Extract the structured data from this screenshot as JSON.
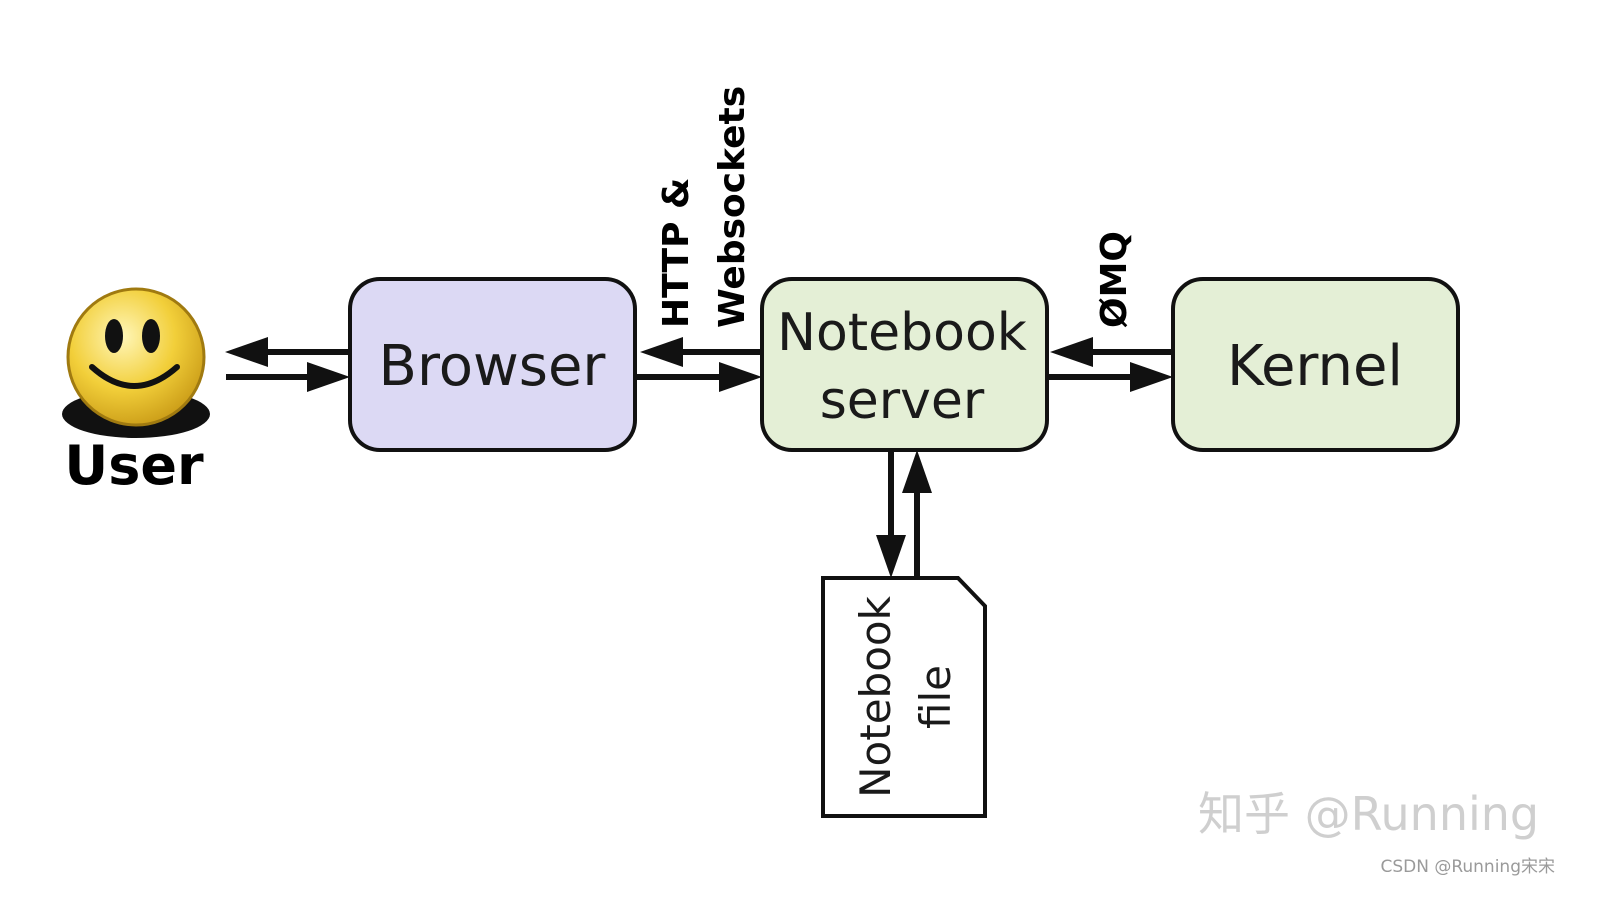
{
  "nodes": {
    "user": {
      "label": "User"
    },
    "browser": {
      "label": "Browser",
      "fill": "#dcd9f4"
    },
    "notebook_server": {
      "line1": "Notebook",
      "line2": "server",
      "fill": "#e4efd6"
    },
    "kernel": {
      "label": "Kernel",
      "fill": "#e4efd6"
    },
    "notebook_file": {
      "line1": "Notebook",
      "line2": "file",
      "fill": "#ffffff"
    }
  },
  "edges": {
    "browser_server": {
      "line1": "HTTP &",
      "line2": "Websockets"
    },
    "server_kernel": {
      "label": "ØMQ"
    }
  },
  "colors": {
    "stroke": "#111111",
    "smiley_face": "#f2cf3a",
    "smiley_shadow": "#111111"
  },
  "icons": {
    "user": "smiley-face-icon"
  },
  "watermark": {
    "main": "知乎 @Running",
    "credit": "CSDN @Running宋宋"
  }
}
